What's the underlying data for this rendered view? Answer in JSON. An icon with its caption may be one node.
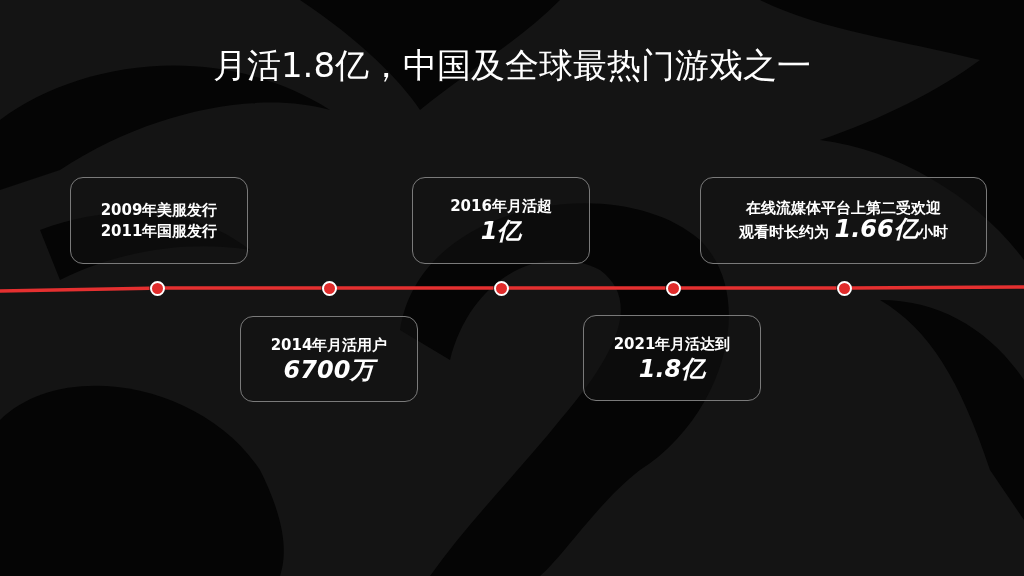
{
  "diagram": {
    "title": "月活1.8亿，中国及全球最热门游戏之一",
    "nodes": [
      {
        "text": [
          "2009年美服发行",
          "2011年国服发行"
        ]
      },
      {
        "text": [
          "2014年月活用户",
          "6700万"
        ]
      },
      {
        "text": [
          "2016年月活超",
          "1亿"
        ]
      },
      {
        "text": [
          "2021年月活达到",
          "1.8亿"
        ]
      },
      {
        "text": [
          "在线流媒体平台上第二受欢迎",
          "观看时长约为 **1.66亿**小时"
        ]
      },
      {
        "text": [],
        "shape": "circle"
      },
      {
        "text": [],
        "shape": "circle"
      },
      {
        "text": [],
        "shape": "circle"
      },
      {
        "text": [],
        "shape": "circle"
      },
      {
        "text": [],
        "shape": "circle"
      }
    ],
    "edges": [
      {
        "from": null,
        "to": 5,
        "arrow": "none"
      },
      {
        "from": 5,
        "to": 6,
        "arrow": "none"
      },
      {
        "from": 6,
        "to": 7,
        "arrow": "none"
      },
      {
        "from": 7,
        "to": 8,
        "arrow": "none"
      },
      {
        "from": 8,
        "to": 9,
        "arrow": "none"
      },
      {
        "from": 9,
        "to": null,
        "arrow": "none"
      }
    ]
  }
}
